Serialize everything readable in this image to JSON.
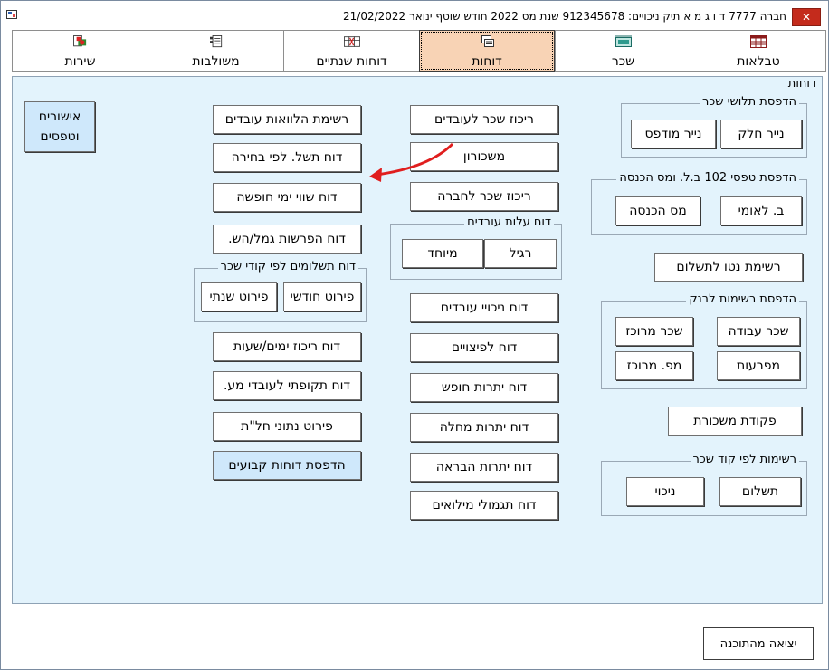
{
  "titlebar": {
    "title": "חברה 7777 ד ו ג מ א תיק ניכויים: 912345678   שנת מס 2022   חודש שוטף ינואר   21/02/2022",
    "close_glyph": "✕"
  },
  "tabs": [
    {
      "label": "טבלאות",
      "icon": "table-icon"
    },
    {
      "label": "שכר",
      "icon": "salary-icon"
    },
    {
      "label": "דוחות",
      "icon": "reports-icon",
      "active": true
    },
    {
      "label": "דוחות שנתיים",
      "icon": "annual-reports-icon"
    },
    {
      "label": "משולבות",
      "icon": "combined-icon"
    },
    {
      "label": "שירות",
      "icon": "service-icon"
    }
  ],
  "panel": {
    "title": "דוחות",
    "approvals_button": "אישורים\nוטפסים",
    "col_left": [
      "רשימת הלוואות עובדים",
      "דוח תשל. לפי בחירה",
      "דוח שווי ימי חופשה",
      "דוח הפרשות גמל/הש.",
      "דוח ריכוז ימים/שעות",
      "דוח תקופתי לעובדי מע.",
      "פירוט נתוני חל\"ת",
      "הדפסת דוחות קבועים"
    ],
    "payments_group": {
      "label": "דוח תשלומים לפי קודי שכר",
      "monthly": "פירוט חודשי",
      "yearly": "פירוט שנתי"
    },
    "col_mid": [
      "ריכוז שכר לעובדים",
      "משכורון",
      "ריכוז שכר לחברה",
      "דוח ניכויי עובדים",
      "דוח לפיצויים",
      "דוח יתרות חופש",
      "דוח יתרות מחלה",
      "דוח יתרות הבראה",
      "דוח תגמולי מילואים"
    ],
    "cost_group": {
      "label": "דוח עלות עובדים",
      "regular": "רגיל",
      "special": "מיוחד"
    },
    "slips_group": {
      "label": "הדפסת תלושי שכר",
      "plain": "נייר חלק",
      "printed": "נייר מודפס"
    },
    "form102_group": {
      "label": "הדפסת טפסי 102 ב.ל. ומס הכנסה",
      "bituach": "ב. לאומי",
      "tax": "מס הכנסה"
    },
    "net_list": "רשימת נטו לתשלום",
    "bank_group": {
      "label": "הדפסת רשימות לבנק",
      "work_salary": "שכר עבודה",
      "central_salary": "שכר מרוכז",
      "separate": "מפרעות",
      "central_no": "מפ. מרוכז"
    },
    "salary_order": "פקודת משכורת",
    "codes_group": {
      "label": "רשימות לפי קוד שכר",
      "payment": "תשלום",
      "deduction": "ניכוי"
    }
  },
  "exit_button": "יציאה מהתוכנה",
  "colors": {
    "panel_bg": "#e3f3fc",
    "active_tab": "#f8d3b5",
    "close_red": "#c42b1c",
    "arrow_red": "#e01e1e"
  }
}
